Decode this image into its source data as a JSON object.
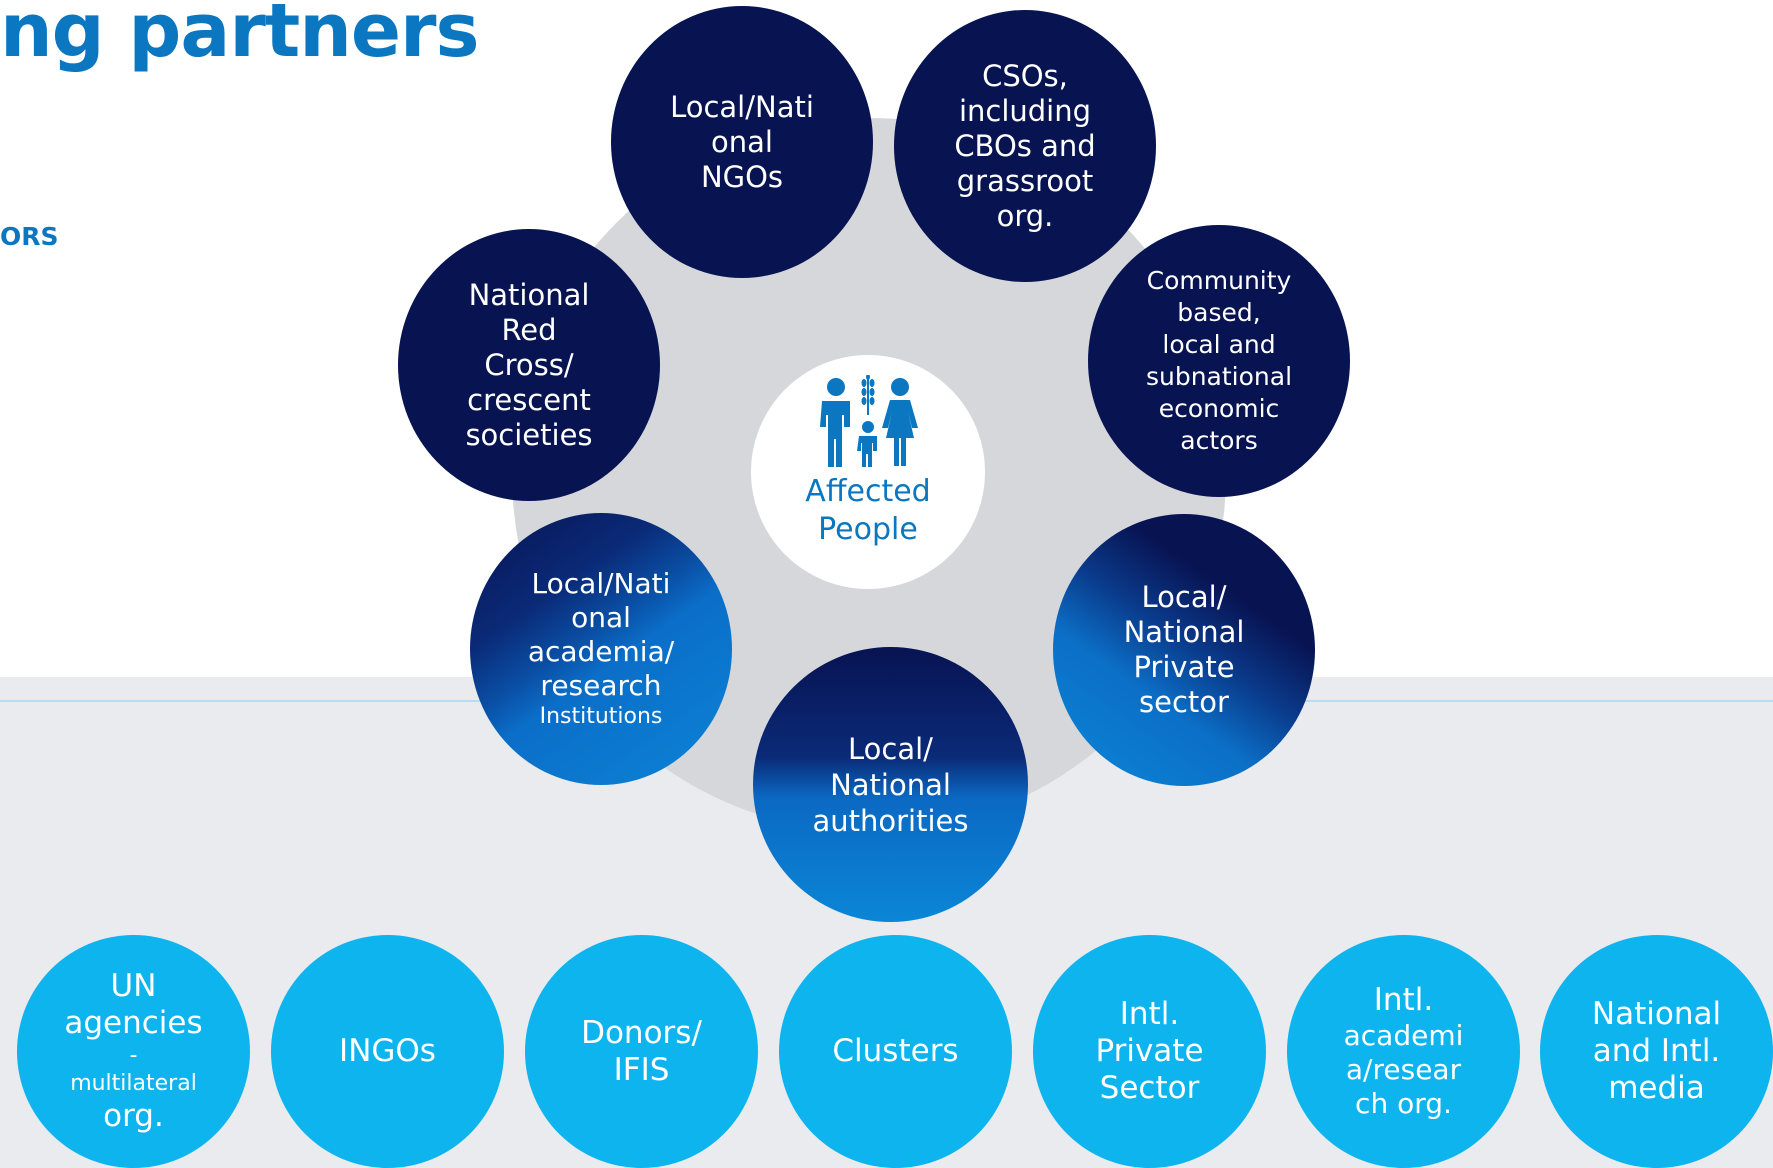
{
  "page": {
    "title_fragment": "ng partners",
    "subhead_fragment": "ORS"
  },
  "diagram": {
    "center": {
      "icon": "family-wheat-icon",
      "label_line1": "Affected",
      "label_line2": "People"
    },
    "ring": {
      "local_ngos": [
        "Local/Nati",
        "onal",
        "NGOs"
      ],
      "csos": [
        "CSOs,",
        "including",
        "CBOs and",
        "grassroot",
        "org."
      ],
      "red_cross": [
        "National",
        "Red",
        "Cross/",
        "crescent",
        "societies"
      ],
      "community": [
        "Community",
        "based,",
        "local and",
        "subnational",
        "economic",
        "actors"
      ],
      "academia": [
        "Local/Nati",
        "onal",
        "academia/",
        "research",
        "Institutions"
      ],
      "private": [
        "Local/",
        "National",
        "Private",
        "sector"
      ],
      "authorities": [
        "Local/",
        "National",
        "authorities"
      ]
    },
    "bottom": {
      "un": [
        "UN",
        "agencies",
        "-",
        "multilateral",
        "org."
      ],
      "ingos": [
        "INGOs"
      ],
      "donors": [
        "Donors/",
        "IFIS"
      ],
      "clusters": [
        "Clusters"
      ],
      "intl_private": [
        "Intl.",
        "Private",
        "Sector"
      ],
      "intl_academia": [
        "Intl.",
        "academi",
        "a/resear",
        "ch org."
      ],
      "media": [
        "National",
        "and Intl.",
        "media"
      ]
    },
    "colors": {
      "navy": "#081352",
      "light_blue": "#0db4ee",
      "accent": "#0a77c0",
      "ring_gray": "#d6d7da",
      "band_gray": "#e9ebee"
    }
  }
}
